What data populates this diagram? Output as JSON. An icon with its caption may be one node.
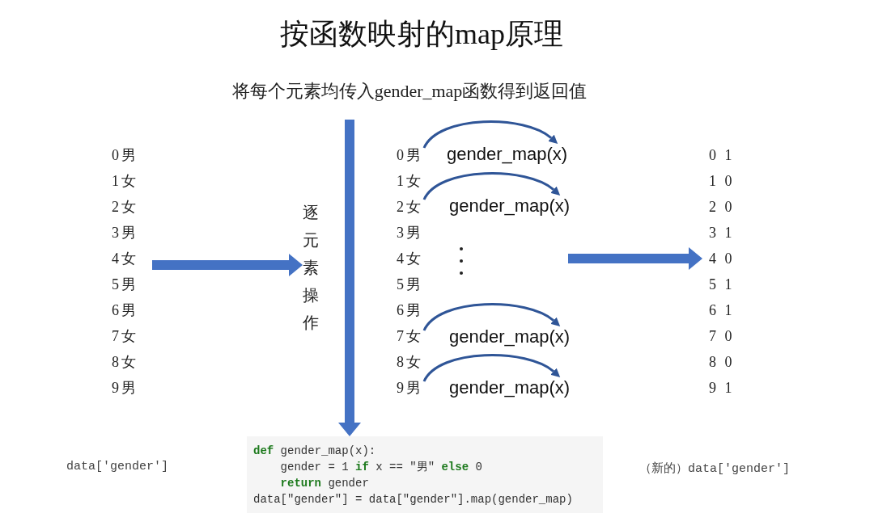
{
  "diagram": {
    "title": "按函数映射的map原理",
    "nodes": [
      {
        "text": [
          "0男",
          "1女",
          "2女",
          "3男",
          "4女",
          "5男",
          "6男",
          "7女",
          "8女",
          "9男"
        ]
      },
      {
        "text": [
          "逐元素操作"
        ]
      },
      {
        "text": [
          "0男",
          "1女",
          "2女",
          "3男",
          "4女",
          "5男",
          "6男",
          "7女",
          "8女",
          "9男"
        ]
      },
      {
        "text": [
          "gender_map(x)"
        ]
      },
      {
        "text": [
          "gender_map(x)"
        ]
      },
      {
        "text": [
          "gender_map(x)"
        ]
      },
      {
        "text": [
          "gender_map(x)"
        ]
      },
      {
        "text": [
          "0 1",
          "1 0",
          "2 0",
          "3 1",
          "4 0",
          "5 1",
          "6 1",
          "7 0",
          "8 0",
          "9 1"
        ]
      },
      {
        "text": [
          "**def** gender_map(x):",
          "gender = 1 **if** x == \"男\" **else** 0",
          "**return** gender",
          "data[\"gender\"] = data[\"gender\"].map(gender_map)"
        ]
      }
    ],
    "edges": [
      {
        "from": 0,
        "to": 1,
        "arrow": "to",
        "style": "thick",
        "color": "#4472c4"
      },
      {
        "from": null,
        "to": 8,
        "arrow": "to",
        "style": "thick",
        "color": "#4472c4"
      },
      {
        "from": 2,
        "to": 3,
        "arrow": "to"
      },
      {
        "from": 2,
        "to": 4,
        "arrow": "to"
      },
      {
        "from": 2,
        "to": 5,
        "arrow": "to"
      },
      {
        "from": 2,
        "to": 6,
        "arrow": "to"
      },
      {
        "from": null,
        "to": 7,
        "arrow": "to",
        "style": "thick",
        "color": "#4472c4"
      }
    ],
    "labels": [
      "将每个元素均传入gender_map函数得到返回值",
      "data['gender']",
      "（新的）data['gender']"
    ]
  }
}
